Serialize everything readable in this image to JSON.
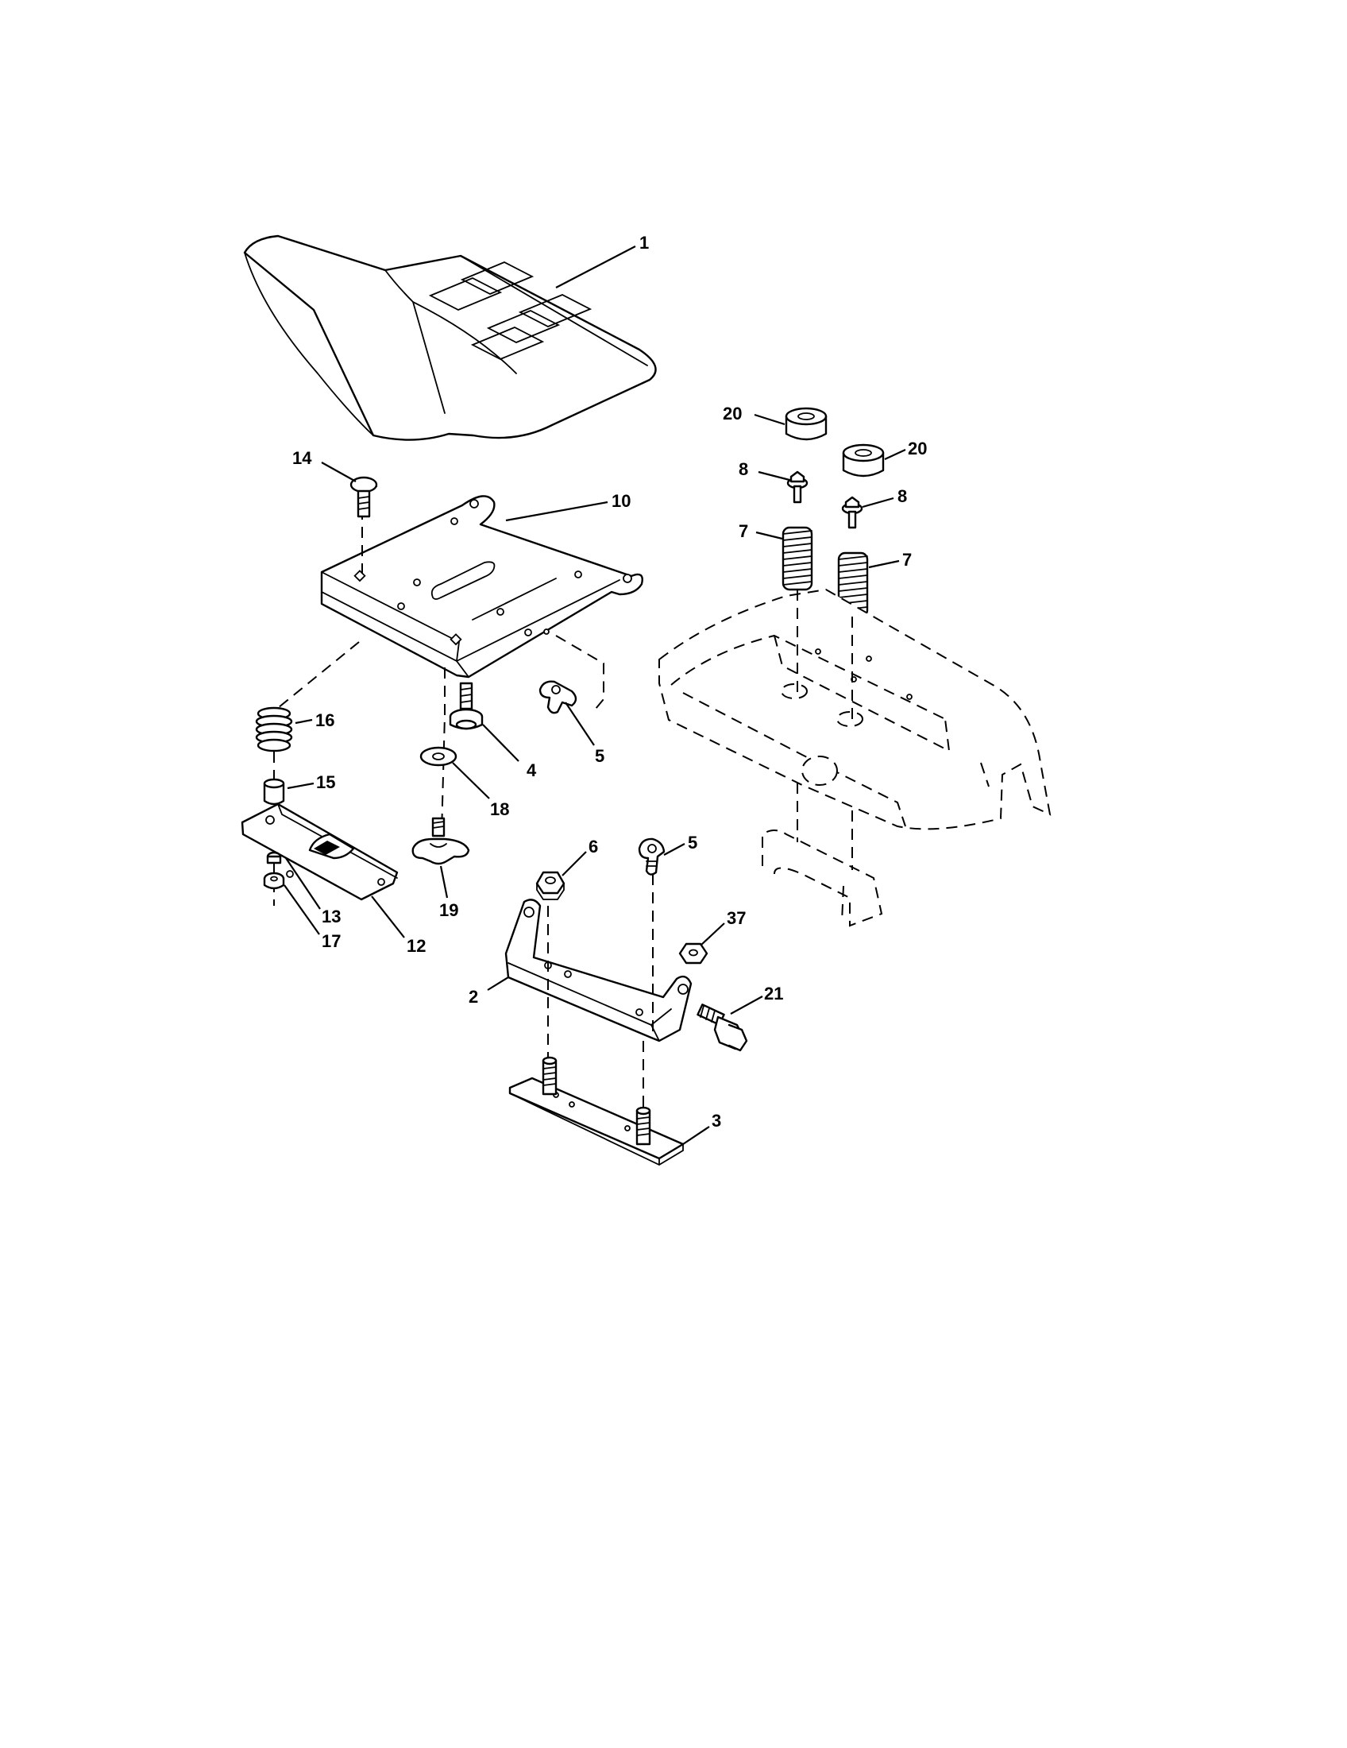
{
  "callouts": {
    "c1": "1",
    "c2": "2",
    "c3": "3",
    "c4": "4",
    "c5a": "5",
    "c5b": "5",
    "c6": "6",
    "c7a": "7",
    "c7b": "7",
    "c8a": "8",
    "c8b": "8",
    "c10": "10",
    "c12": "12",
    "c13": "13",
    "c14": "14",
    "c15": "15",
    "c16": "16",
    "c17": "17",
    "c18": "18",
    "c19": "19",
    "c20a": "20",
    "c20b": "20",
    "c21": "21",
    "c37": "37"
  }
}
